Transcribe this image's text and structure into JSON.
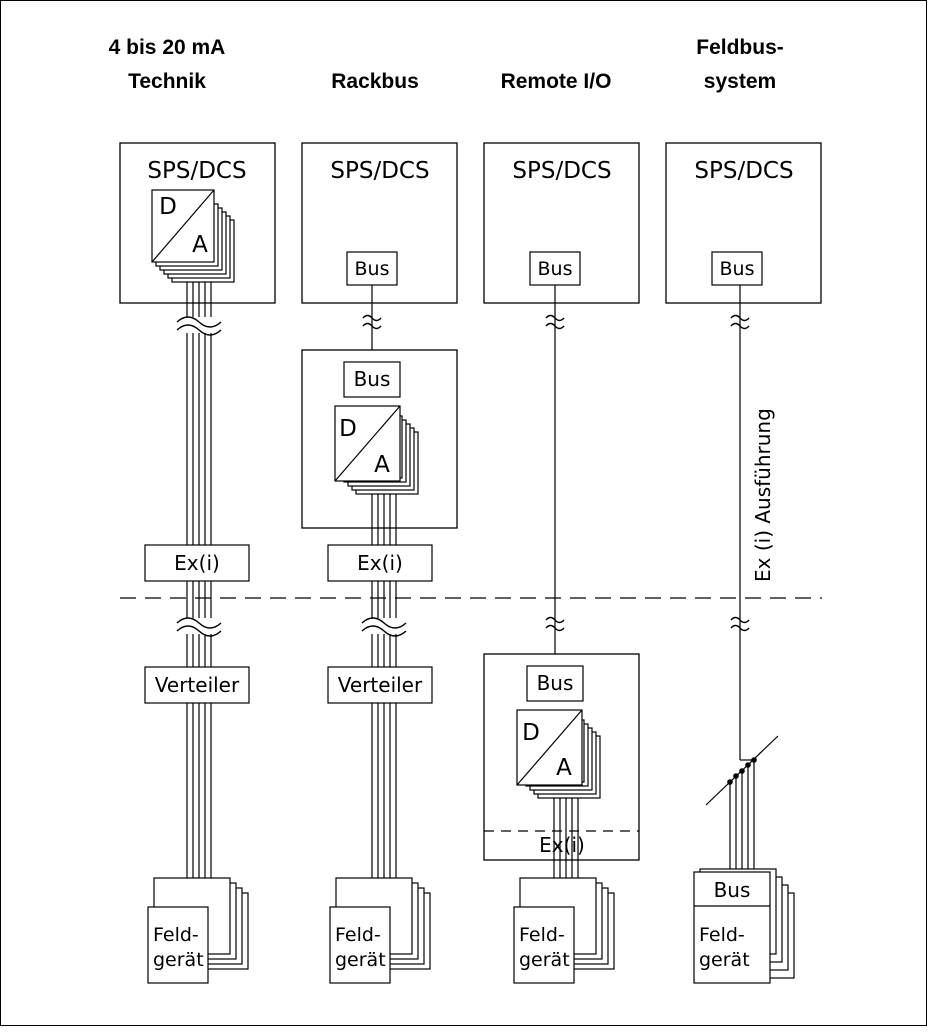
{
  "columns": [
    {
      "id": "analog",
      "header_lines": [
        "4 bis 20 mA",
        "Technik"
      ],
      "controller": "SPS/DCS",
      "converter": {
        "top": "D",
        "bottom": "A"
      },
      "barrier": "Ex(i)",
      "distributor": "Verteiler",
      "device_lines": [
        "Feld-",
        "gerät"
      ]
    },
    {
      "id": "rackbus",
      "header_lines": [
        "Rackbus"
      ],
      "controller": "SPS/DCS",
      "controller_bus": "Bus",
      "rack_bus": "Bus",
      "converter": {
        "top": "D",
        "bottom": "A"
      },
      "barrier": "Ex(i)",
      "distributor": "Verteiler",
      "device_lines": [
        "Feld-",
        "gerät"
      ]
    },
    {
      "id": "remote-io",
      "header_lines": [
        "Remote I/O"
      ],
      "controller": "SPS/DCS",
      "controller_bus": "Bus",
      "remote_bus": "Bus",
      "converter": {
        "top": "D",
        "bottom": "A"
      },
      "barrier": "Ex(i)",
      "device_lines": [
        "Feld-",
        "gerät"
      ]
    },
    {
      "id": "fieldbus",
      "header_lines": [
        "Feldbus-",
        "system"
      ],
      "controller": "SPS/DCS",
      "controller_bus": "Bus",
      "vertical_label": "Ex (i) Ausführung",
      "device_bus": "Bus",
      "device_lines": [
        "Feld-",
        "gerät"
      ]
    }
  ],
  "colors": {
    "stroke": "#000000",
    "background": "#ffffff"
  }
}
